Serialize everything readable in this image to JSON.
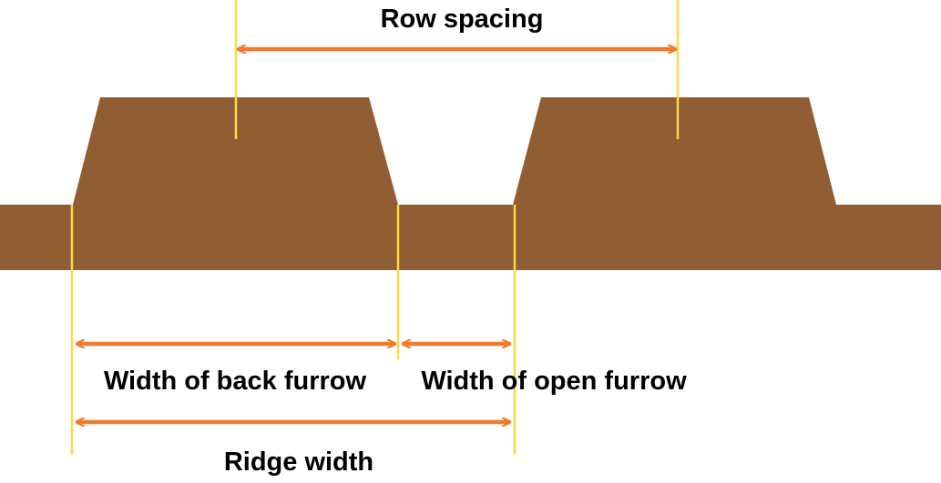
{
  "labels": {
    "row_spacing": "Row spacing",
    "width_back_furrow": "Width of back furrow",
    "width_open_furrow": "Width of open furrow",
    "ridge_width": "Ridge width"
  },
  "colors": {
    "soil": "#915E33",
    "arrow": "#F07A2E",
    "guide_line": "#FFD84A",
    "text": "#000000"
  }
}
